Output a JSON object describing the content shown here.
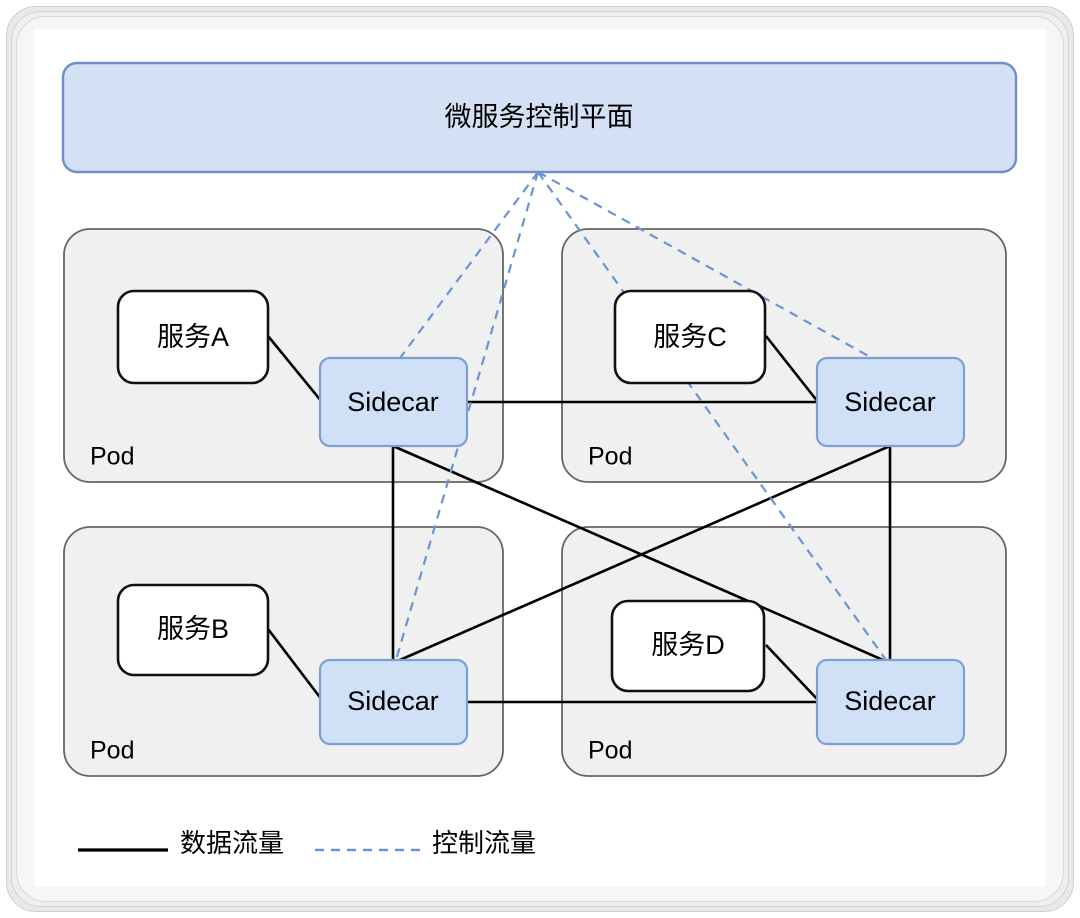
{
  "diagram": {
    "title": "微服务控制平面",
    "control_plane": {
      "label": "微服务控制平面",
      "fill": "#d4e1f5",
      "stroke": "#6f90c6"
    },
    "pods": [
      {
        "id": "pod-a",
        "pod_label": "Pod",
        "service_label": "服务A",
        "sidecar_label": "Sidecar"
      },
      {
        "id": "pod-c",
        "pod_label": "Pod",
        "service_label": "服务C",
        "sidecar_label": "Sidecar"
      },
      {
        "id": "pod-b",
        "pod_label": "Pod",
        "service_label": "服务B",
        "sidecar_label": "Sidecar"
      },
      {
        "id": "pod-d",
        "pod_label": "Pod",
        "service_label": "服务D",
        "sidecar_label": "Sidecar"
      }
    ],
    "legend": {
      "data_traffic": "数据流量",
      "control_traffic": "控制流量",
      "data_color": "#000000",
      "control_color": "#6c93d6"
    },
    "colors": {
      "sidecar_fill": "#d0e0f7",
      "sidecar_stroke": "#7e9fd4",
      "pod_fill": "#f0f0f0",
      "pod_stroke": "#666666",
      "service_fill": "#ffffff",
      "service_stroke": "#111111",
      "canvas": "#ffffff"
    }
  }
}
